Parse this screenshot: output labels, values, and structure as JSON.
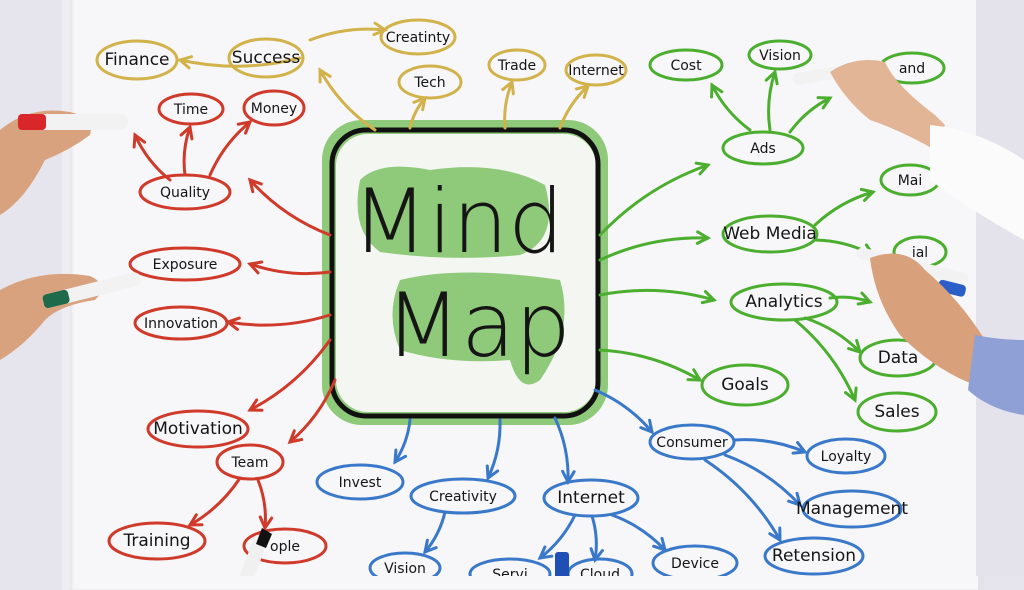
{
  "center": {
    "line1": "Mind",
    "line2": "Map"
  },
  "colors": {
    "yellow": "#d2b24a",
    "red": "#cf3a2a",
    "green": "#4cae2f",
    "blue": "#3a78c9",
    "center_fill": "#8fc97a"
  },
  "groups": [
    {
      "name": "yellow",
      "nodes": [
        "Finance",
        "Success",
        "Creatinty",
        "Tech",
        "Trade",
        "Internet"
      ]
    },
    {
      "name": "red",
      "nodes": [
        "Time",
        "Money",
        "Quality",
        "Exposure",
        "Innovation",
        "Motivation",
        "Team",
        "Training",
        "ople"
      ]
    },
    {
      "name": "green",
      "nodes": [
        "Cost",
        "Vision",
        "and",
        "Ads",
        "Mai",
        "Web Media",
        "ial",
        "Analytics",
        "Data",
        "Goals",
        "Sales"
      ]
    },
    {
      "name": "blue",
      "nodes": [
        "Consumer",
        "Loyalty",
        "Management",
        "Retension",
        "Invest",
        "Creativity",
        "Internet",
        "Device",
        "Vision",
        "Servi",
        "Cloud"
      ]
    }
  ]
}
